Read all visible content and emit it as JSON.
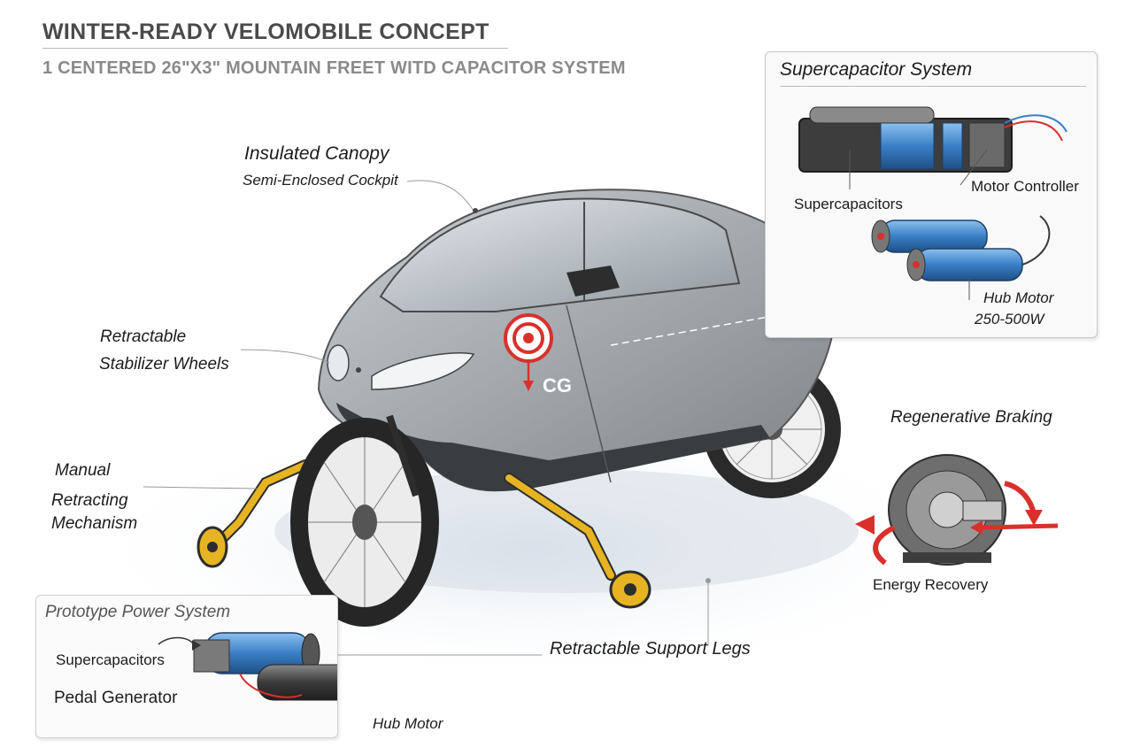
{
  "title": "WINTER-READY VELOMOBILE CONCEPT",
  "subtitle": "1 CENTERED 26\"X3\" MOUNTAIN FREET WITD CAPACITOR SYSTEM",
  "callouts": {
    "canopy_title": "Insulated Canopy",
    "canopy_sub": "Semi-Enclosed Cockpit",
    "stabilizer_1": "Retractable",
    "stabilizer_2": "Stabilizer Wheels",
    "manual_1": "Manual",
    "manual_2": "Retracting",
    "manual_3": "Mechanism",
    "support_legs": "Retractable Support Legs",
    "cg": "CG"
  },
  "supercap_panel": {
    "title": "Supercapacitor System",
    "supercapacitors": "Supercapacitors",
    "motor_controller": "Motor Controller",
    "hub_motor": "Hub Motor",
    "hub_motor_power": "250-500W"
  },
  "regen": {
    "title": "Regenerative Braking",
    "caption": "Energy Recovery"
  },
  "prototype_panel": {
    "title": "Prototype Power System",
    "supercapacitors": "Supercapacitors",
    "pedal_generator": "Pedal Generator",
    "hub_motor": "Hub Motor"
  },
  "colors": {
    "body_gray": "#9ea3a8",
    "accent_red": "#d9302c",
    "leg_yellow": "#e6b422",
    "capacitor_blue": "#3a7fc6"
  }
}
